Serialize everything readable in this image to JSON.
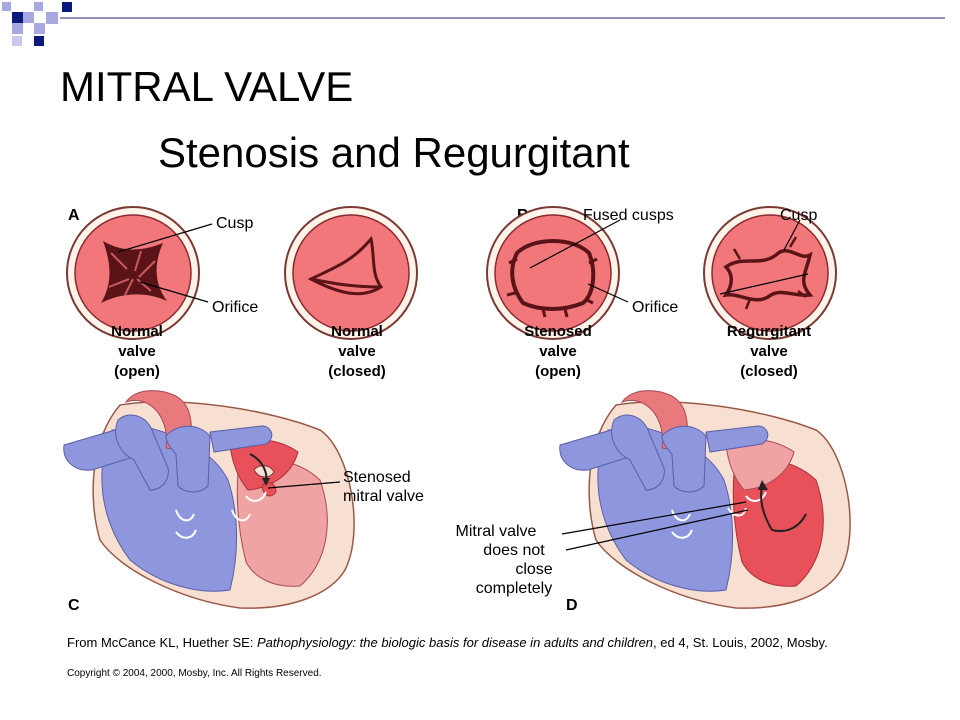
{
  "slide": {
    "title_line1": "MITRAL VALVE",
    "title_line2": "Stenosis and Regurgitant"
  },
  "figure": {
    "panel_labels": {
      "a": "A",
      "b": "B",
      "c": "C",
      "d": "D"
    },
    "callouts": {
      "cusp_a": "Cusp",
      "orifice_a": "Orifice",
      "fused_cusps": "Fused cusps",
      "cusp_b": "Cusp",
      "orifice_b": "Orifice",
      "stenosed_mitral_l1": "Stenosed",
      "stenosed_mitral_l2": "mitral valve",
      "mitral_l1": "Mitral valve",
      "mitral_l2": "does not",
      "mitral_l3": "close",
      "mitral_l4": "completely"
    },
    "valve_captions": [
      {
        "line1": "Normal",
        "line2": "valve",
        "line3": "(open)"
      },
      {
        "line1": "Normal",
        "line2": "valve",
        "line3": "(closed)"
      },
      {
        "line1": "Stenosed",
        "line2": "valve",
        "line3": "(open)"
      },
      {
        "line1": "Regurgitant",
        "line2": "valve",
        "line3": "(closed)"
      }
    ]
  },
  "source": {
    "prefix": "From McCance KL, Huether SE: ",
    "book_title": "Pathophysiology: the biologic basis for disease in adults and children",
    "suffix": ", ed 4, St. Louis, 2002, Mosby.",
    "copyright": "Copyright © 2004, 2000, Mosby, Inc. All Rights Reserved."
  },
  "colors": {
    "accent_navy": "#0a1a7a",
    "accent_lavender": "#a7a8e0",
    "valve_pink": "#f1777a",
    "valve_dark": "#6a1a22",
    "oxygenated_red": "#e8505a",
    "deoxygenated_blue": "#8e96dd",
    "myocardium": "#f7dfd2"
  }
}
